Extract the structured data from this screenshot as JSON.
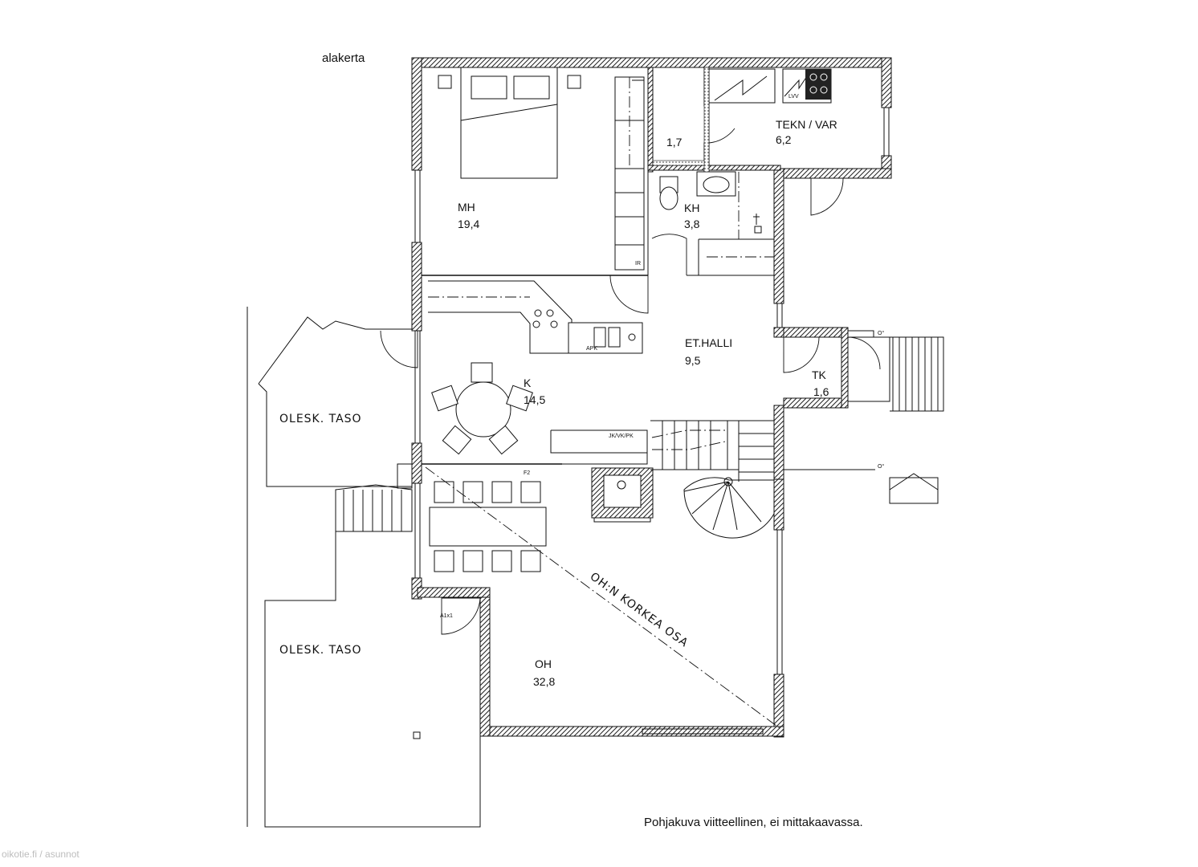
{
  "floor_label": "alakerta",
  "footer_note": "Pohjakuva viitteellinen, ei mittakaavassa.",
  "credit": "oikotie.fi / asunnot",
  "rooms": [
    {
      "name": "MH",
      "area": "19,4"
    },
    {
      "name": "",
      "area": "1,7"
    },
    {
      "name": "TEKN / VAR",
      "area": "6,2"
    },
    {
      "name": "KH",
      "area": "3,8"
    },
    {
      "name": "ET.HALLI",
      "area": "9,5"
    },
    {
      "name": "TK",
      "area": "1,6"
    },
    {
      "name": "K",
      "area": "14,5"
    },
    {
      "name": "OH",
      "area": "32,8"
    }
  ],
  "terraces": [
    {
      "name": "OLESK. TASO"
    },
    {
      "name": "OLESK. TASO"
    }
  ],
  "annotations": {
    "high_part": "OH:N KORKEA OSA",
    "ir": "IR",
    "lvv": "LVV",
    "apk": "APK",
    "jk_vk_pk": "JK/VK/PK",
    "f2": "F2",
    "window_a1x1": "A1x1"
  }
}
